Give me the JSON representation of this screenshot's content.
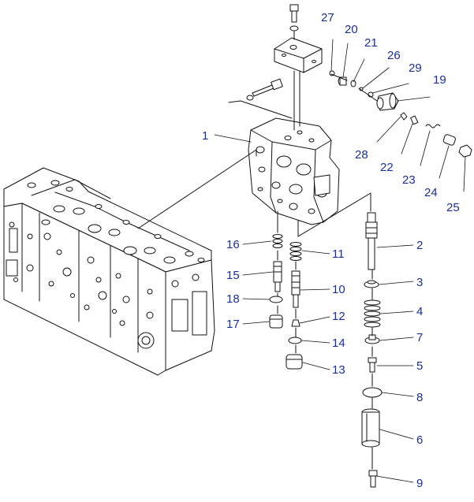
{
  "diagram": {
    "accent_color": "#1a2f9e",
    "line_color": "#111111",
    "callouts": [
      {
        "id": "c1",
        "label": "1"
      },
      {
        "id": "c2",
        "label": "2"
      },
      {
        "id": "c3",
        "label": "3"
      },
      {
        "id": "c4",
        "label": "4"
      },
      {
        "id": "c5",
        "label": "5"
      },
      {
        "id": "c6",
        "label": "6"
      },
      {
        "id": "c7",
        "label": "7"
      },
      {
        "id": "c8",
        "label": "8"
      },
      {
        "id": "c9",
        "label": "9"
      },
      {
        "id": "c10",
        "label": "10"
      },
      {
        "id": "c11",
        "label": "11"
      },
      {
        "id": "c12",
        "label": "12"
      },
      {
        "id": "c13",
        "label": "13"
      },
      {
        "id": "c14",
        "label": "14"
      },
      {
        "id": "c15",
        "label": "15"
      },
      {
        "id": "c16",
        "label": "16"
      },
      {
        "id": "c17",
        "label": "17"
      },
      {
        "id": "c18",
        "label": "18"
      },
      {
        "id": "c19",
        "label": "19"
      },
      {
        "id": "c20",
        "label": "20"
      },
      {
        "id": "c21",
        "label": "21"
      },
      {
        "id": "c22",
        "label": "22"
      },
      {
        "id": "c23",
        "label": "23"
      },
      {
        "id": "c24",
        "label": "24"
      },
      {
        "id": "c25",
        "label": "25"
      },
      {
        "id": "c26",
        "label": "26"
      },
      {
        "id": "c27",
        "label": "27"
      },
      {
        "id": "c28",
        "label": "28"
      },
      {
        "id": "c29",
        "label": "29"
      }
    ]
  }
}
